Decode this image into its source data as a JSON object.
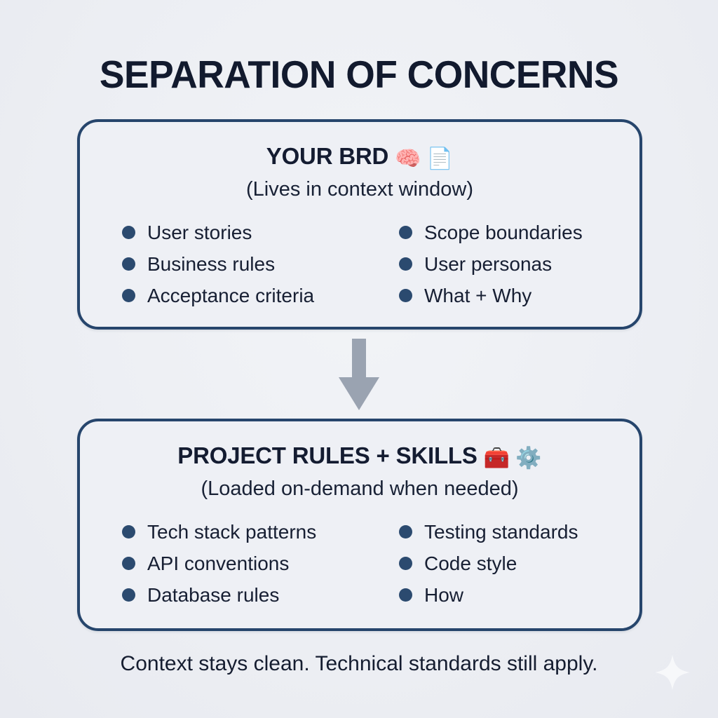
{
  "meta": {
    "background_color": "#eef0f4",
    "accent_color": "#26456c",
    "bullet_color": "#2b4a6f",
    "text_color": "#141c31",
    "arrow_color": "#9aa3b1"
  },
  "title": "SEPARATION OF CONCERNS",
  "cards": [
    {
      "id": "your-brd",
      "title": "YOUR BRD",
      "title_emojis": "🧠 📄",
      "subtitle": "(Lives in context window)",
      "columns": {
        "left": [
          "User stories",
          "Business rules",
          "Acceptance criteria"
        ],
        "right": [
          "Scope boundaries",
          "User personas",
          "What + Why"
        ]
      }
    },
    {
      "id": "project-rules-skills",
      "title": "PROJECT RULES + SKILLS",
      "title_emojis": "🧰 ⚙️",
      "subtitle": "(Loaded on-demand when needed)",
      "columns": {
        "left": [
          "Tech stack patterns",
          "API conventions",
          "Database rules"
        ],
        "right": [
          "Testing standards",
          "Code style",
          "How"
        ]
      }
    }
  ],
  "arrow": {
    "direction": "down",
    "color": "#9aa3b1"
  },
  "footer": "Context stays clean. Technical standards still apply."
}
